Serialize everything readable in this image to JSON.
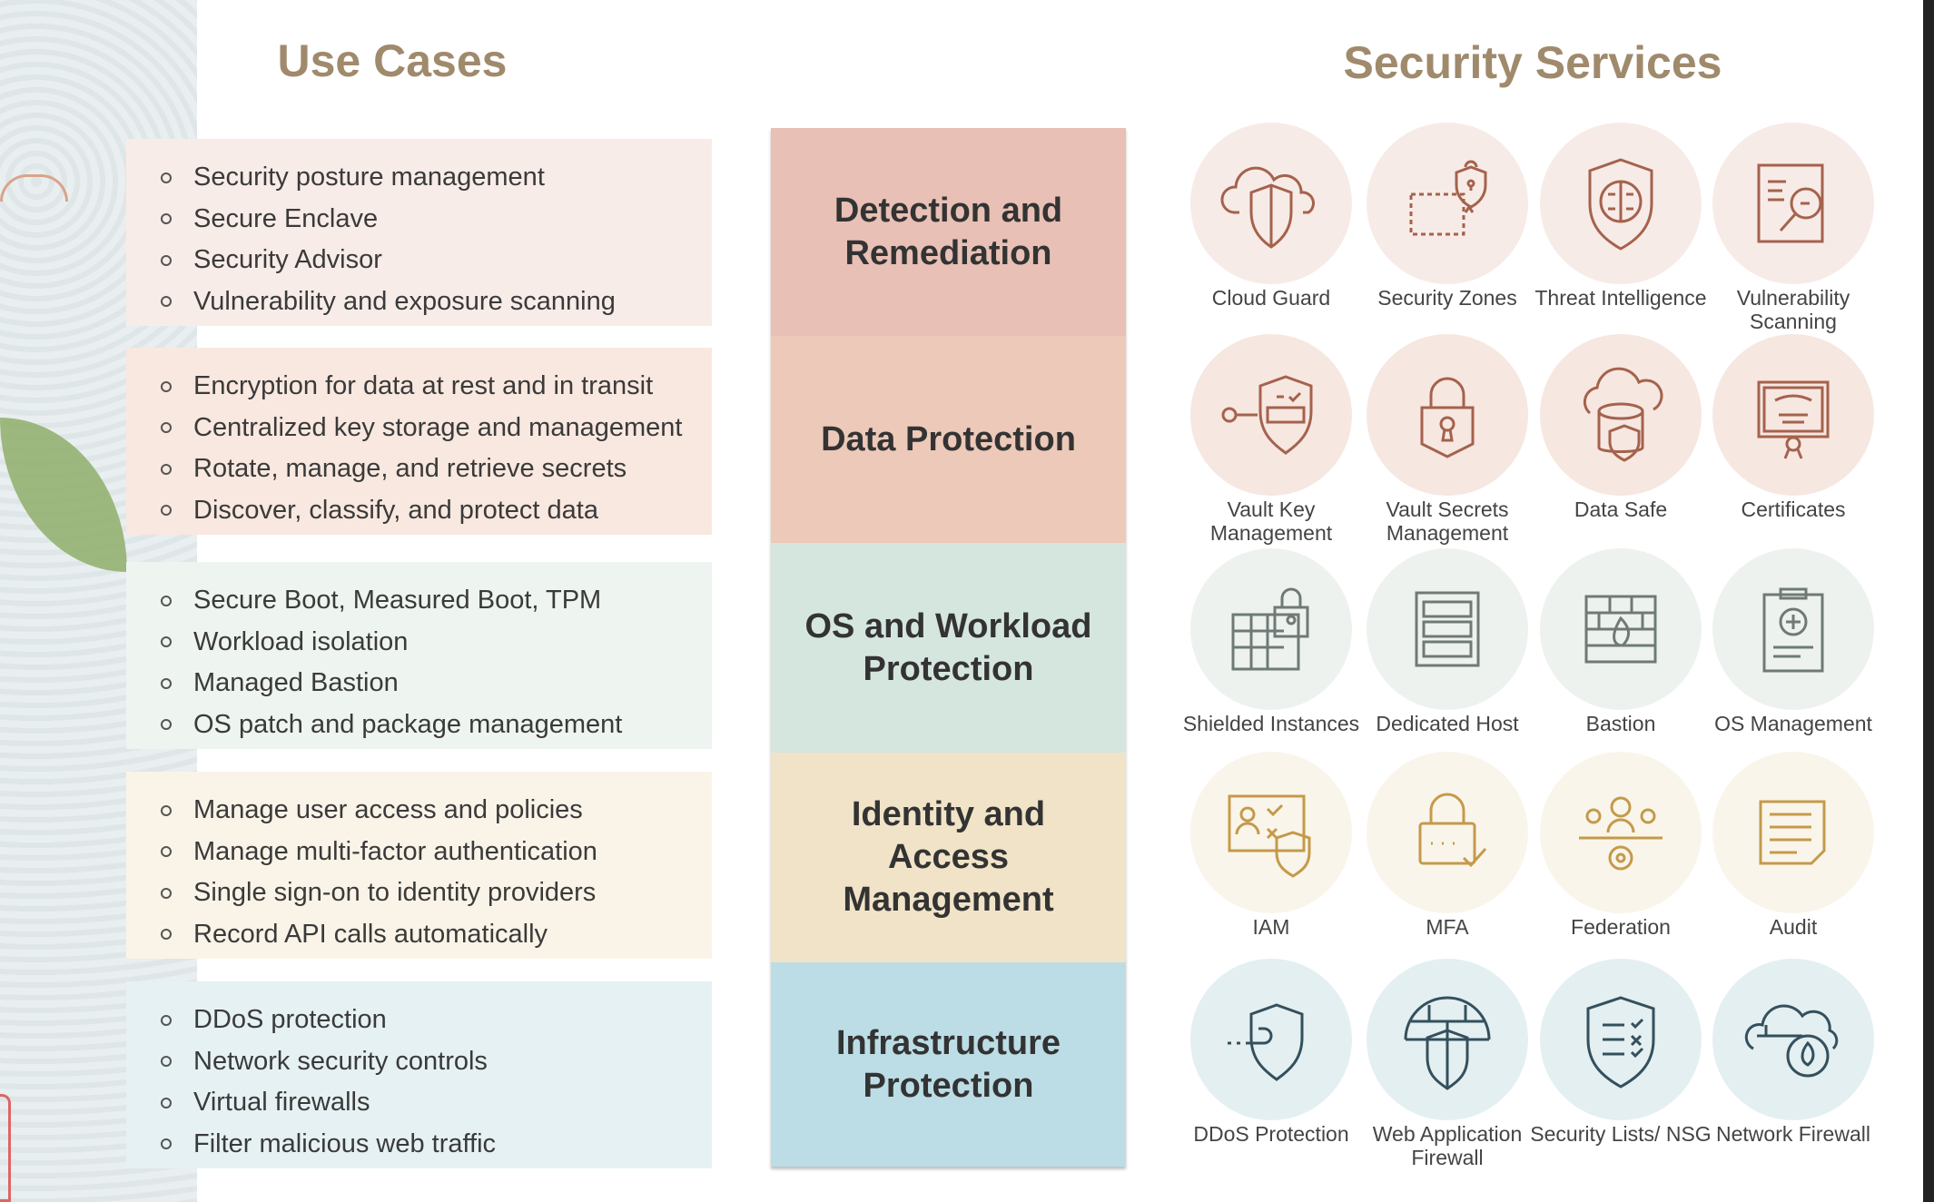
{
  "titles": {
    "use_cases": "Use Cases",
    "services": "Security Services"
  },
  "rows": [
    {
      "category": "Detection and Remediation",
      "color": "#e8c0b5",
      "uc_bg": "#f8ece8",
      "circle": "#f7ebe7",
      "stroke": "#a5624c",
      "use_cases": [
        "Security posture management",
        "Secure Enclave",
        "Security Advisor",
        "Vulnerability and exposure scanning"
      ],
      "services": [
        {
          "label": "Cloud Guard",
          "icon": "cloud-shield"
        },
        {
          "label": "Security Zones",
          "icon": "zone-lock"
        },
        {
          "label": "Threat Intelligence",
          "icon": "brain-shield"
        },
        {
          "label": "Vulnerability Scanning",
          "icon": "doc-magnifier"
        }
      ]
    },
    {
      "category": "Data Protection",
      "color": "#ecc9b8",
      "uc_bg": "#f9e8df",
      "circle": "#f6e7e1",
      "stroke": "#a5624c",
      "use_cases": [
        "Encryption for data at rest and in transit",
        "Centralized key storage and management",
        "Rotate, manage, and retrieve secrets",
        "Discover, classify, and protect data"
      ],
      "services": [
        {
          "label": "Vault Key Management",
          "icon": "key-shield"
        },
        {
          "label": "Vault Secrets Management",
          "icon": "padlock"
        },
        {
          "label": "Data Safe",
          "icon": "database-lock"
        },
        {
          "label": "Certificates",
          "icon": "certificate"
        }
      ]
    },
    {
      "category": "OS and Workload Protection",
      "color": "#d5e6df",
      "uc_bg": "#eef4f0",
      "circle": "#eef2ef",
      "stroke": "#6f7a76",
      "use_cases": [
        "Secure Boot, Measured Boot, TPM",
        "Workload isolation",
        "Managed Bastion",
        "OS patch and package management"
      ],
      "services": [
        {
          "label": "Shielded Instances",
          "icon": "grid-lock"
        },
        {
          "label": "Dedicated Host",
          "icon": "server"
        },
        {
          "label": "Bastion",
          "icon": "firewall-flame"
        },
        {
          "label": "OS Management",
          "icon": "clipboard-plus"
        }
      ]
    },
    {
      "category": "Identity and Access Management",
      "color": "#f1e3c8",
      "uc_bg": "#faf4e8",
      "circle": "#faf5eb",
      "stroke": "#c49a4a",
      "use_cases": [
        "Manage user access and policies",
        "Manage multi-factor authentication",
        "Single sign-on to identity providers",
        "Record API calls automatically"
      ],
      "services": [
        {
          "label": "IAM",
          "icon": "user-shield"
        },
        {
          "label": "MFA",
          "icon": "lock-password"
        },
        {
          "label": "Federation",
          "icon": "users-gear"
        },
        {
          "label": "Audit",
          "icon": "document-lines"
        }
      ]
    },
    {
      "category": "Infrastructure Protection",
      "color": "#bcdde5",
      "uc_bg": "#e6f1f3",
      "circle": "#e4eff2",
      "stroke": "#34505c",
      "use_cases": [
        "DDoS protection",
        "Network security controls",
        "Virtual firewalls",
        "Filter malicious web traffic"
      ],
      "services": [
        {
          "label": "DDoS Protection",
          "icon": "ddos-shield"
        },
        {
          "label": "Web Application Firewall",
          "icon": "wall-shield"
        },
        {
          "label": "Security Lists/ NSG",
          "icon": "checklist-shield"
        },
        {
          "label": "Network Firewall",
          "icon": "cloud-wall-flame"
        }
      ]
    }
  ]
}
